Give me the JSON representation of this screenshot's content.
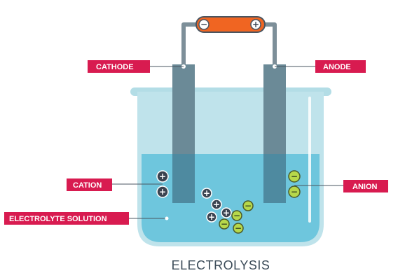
{
  "title": "ELECTROLYSIS",
  "labels": {
    "cathode": "CATHODE",
    "anode": "ANODE",
    "cation": "CATION",
    "anion": "ANION",
    "electrolyte": "ELECTROLYTE SOLUTION"
  },
  "battery": {
    "negative_sign": "−",
    "positive_sign": "+"
  },
  "ions": {
    "cation_sign": "+",
    "anion_sign": "−"
  },
  "colors": {
    "label_bg": "#d81b50",
    "beaker_glass": "#b3dde6",
    "solution": "#6ec6dd",
    "electrode": "#5b7784",
    "wire": "#7d8f99",
    "battery": "#f06522",
    "cation": "#3a4350",
    "anion": "#b7d84a",
    "title": "#3a4a57"
  }
}
